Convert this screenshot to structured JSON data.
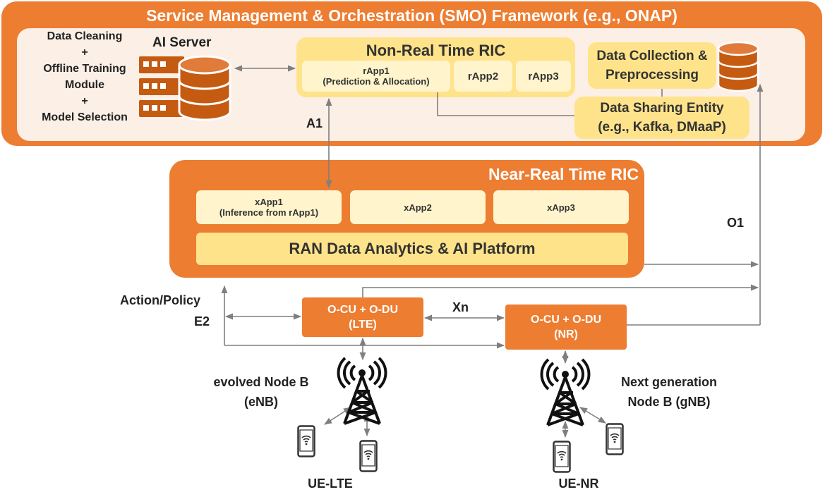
{
  "smo": {
    "title": "Service Management & Orchestration (SMO) Framework (e.g., ONAP)",
    "ai_server": "AI Server",
    "training_lines": [
      "Data Cleaning",
      "+",
      "Offline Training",
      "Module",
      "+",
      "Model Selection"
    ],
    "non_rt_ric": {
      "title": "Non-Real Time RIC",
      "rapp1": "rApp1\n(Prediction & Allocation)",
      "rapp2": "rApp2",
      "rapp3": "rApp3"
    },
    "data_collection": "Data Collection &\nPreprocessing",
    "data_sharing": "Data Sharing Entity\n(e.g., Kafka, DMaaP)"
  },
  "near_rt_ric": {
    "title": "Near-Real Time RIC",
    "xapp1": "xApp1\n(Inference from rApp1)",
    "xapp2": "xApp2",
    "xapp3": "xApp3",
    "platform": "RAN Data Analytics & AI Platform"
  },
  "interfaces": {
    "a1": "A1",
    "o1": "O1",
    "xn": "Xn",
    "e2": "E2",
    "action_policy": "Action/Policy"
  },
  "nodes": {
    "lte": "O-CU + O-DU\n(LTE)",
    "nr": "O-CU + O-DU\n(NR)"
  },
  "labels": {
    "enb": "evolved Node B\n(eNB)",
    "gnb": "Next generation\nNode B (gNB)",
    "ue_lte": "UE-LTE",
    "ue_nr": "UE-NR"
  },
  "colors": {
    "orange": "#ED7D31",
    "yellow": "#FFE38A",
    "light_yellow": "#FFF4CC",
    "connector": "#7F7F7F"
  }
}
